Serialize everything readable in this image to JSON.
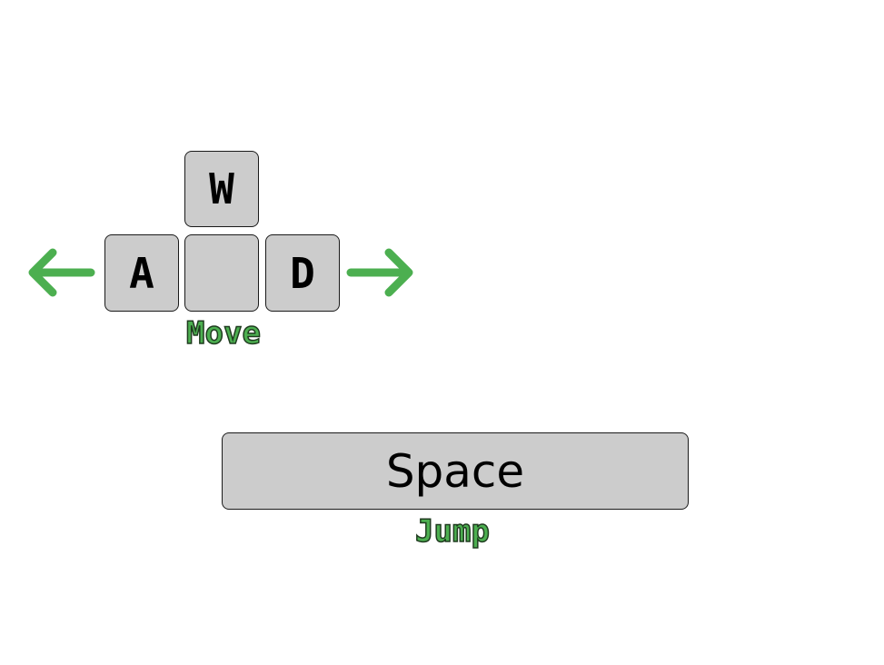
{
  "colors": {
    "key_fill": "#cccccc",
    "key_border": "#1a1a1a",
    "accent_green": "#4caf50",
    "background": "#ffffff"
  },
  "movement": {
    "keys": {
      "up": "W",
      "left": "A",
      "down": "",
      "right": "D"
    },
    "action_label": "Move",
    "left_icon": "arrow-left-icon",
    "right_icon": "arrow-right-icon"
  },
  "jump": {
    "key": "Space",
    "action_label": "Jump"
  }
}
